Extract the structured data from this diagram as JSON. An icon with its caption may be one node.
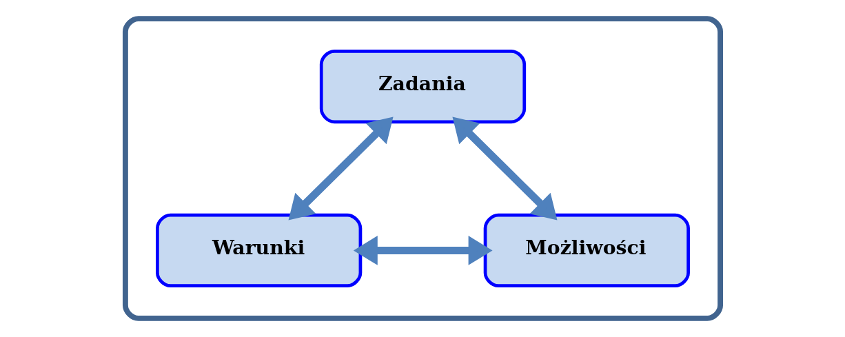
{
  "diagram": {
    "nodes": [
      {
        "text": [],
        "shape": "box"
      },
      {
        "text": [
          "Zadania"
        ],
        "in": 0
      },
      {
        "text": [
          "Warunki"
        ],
        "in": 0
      },
      {
        "text": [
          "Możliwości"
        ],
        "in": 0
      }
    ],
    "edges": [
      {
        "from": 1,
        "to": 2,
        "arrow": "both"
      },
      {
        "from": 1,
        "to": 3,
        "arrow": "both"
      },
      {
        "from": 2,
        "to": 3,
        "arrow": "both"
      }
    ]
  }
}
